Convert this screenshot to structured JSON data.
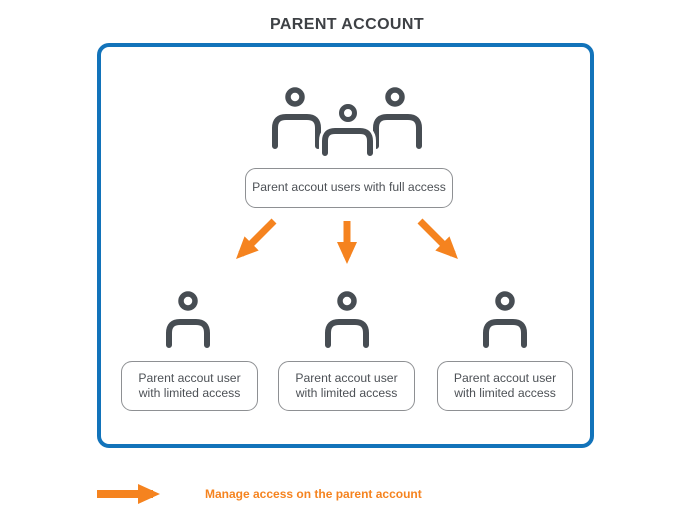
{
  "title": "PARENT ACCOUNT",
  "colors": {
    "border_blue": "#1273BA",
    "arrow_orange": "#F5831F",
    "icon_gray": "#474D53",
    "card_border_gray": "#8E9093",
    "card_text_gray": "#4D5156"
  },
  "diagram": {
    "icons": {
      "top": "users-group-icon",
      "children": [
        "user-icon",
        "user-icon",
        "user-icon"
      ]
    },
    "full_access_card": {
      "label": "Parent accout users with full access"
    },
    "limited_access_cards": [
      {
        "line1": "Parent accout user",
        "line2": "with limited access"
      },
      {
        "line1": "Parent accout user",
        "line2": "with limited access"
      },
      {
        "line1": "Parent accout user",
        "line2": "with limited access"
      }
    ]
  },
  "legend": {
    "label": "Manage access on the parent account"
  }
}
